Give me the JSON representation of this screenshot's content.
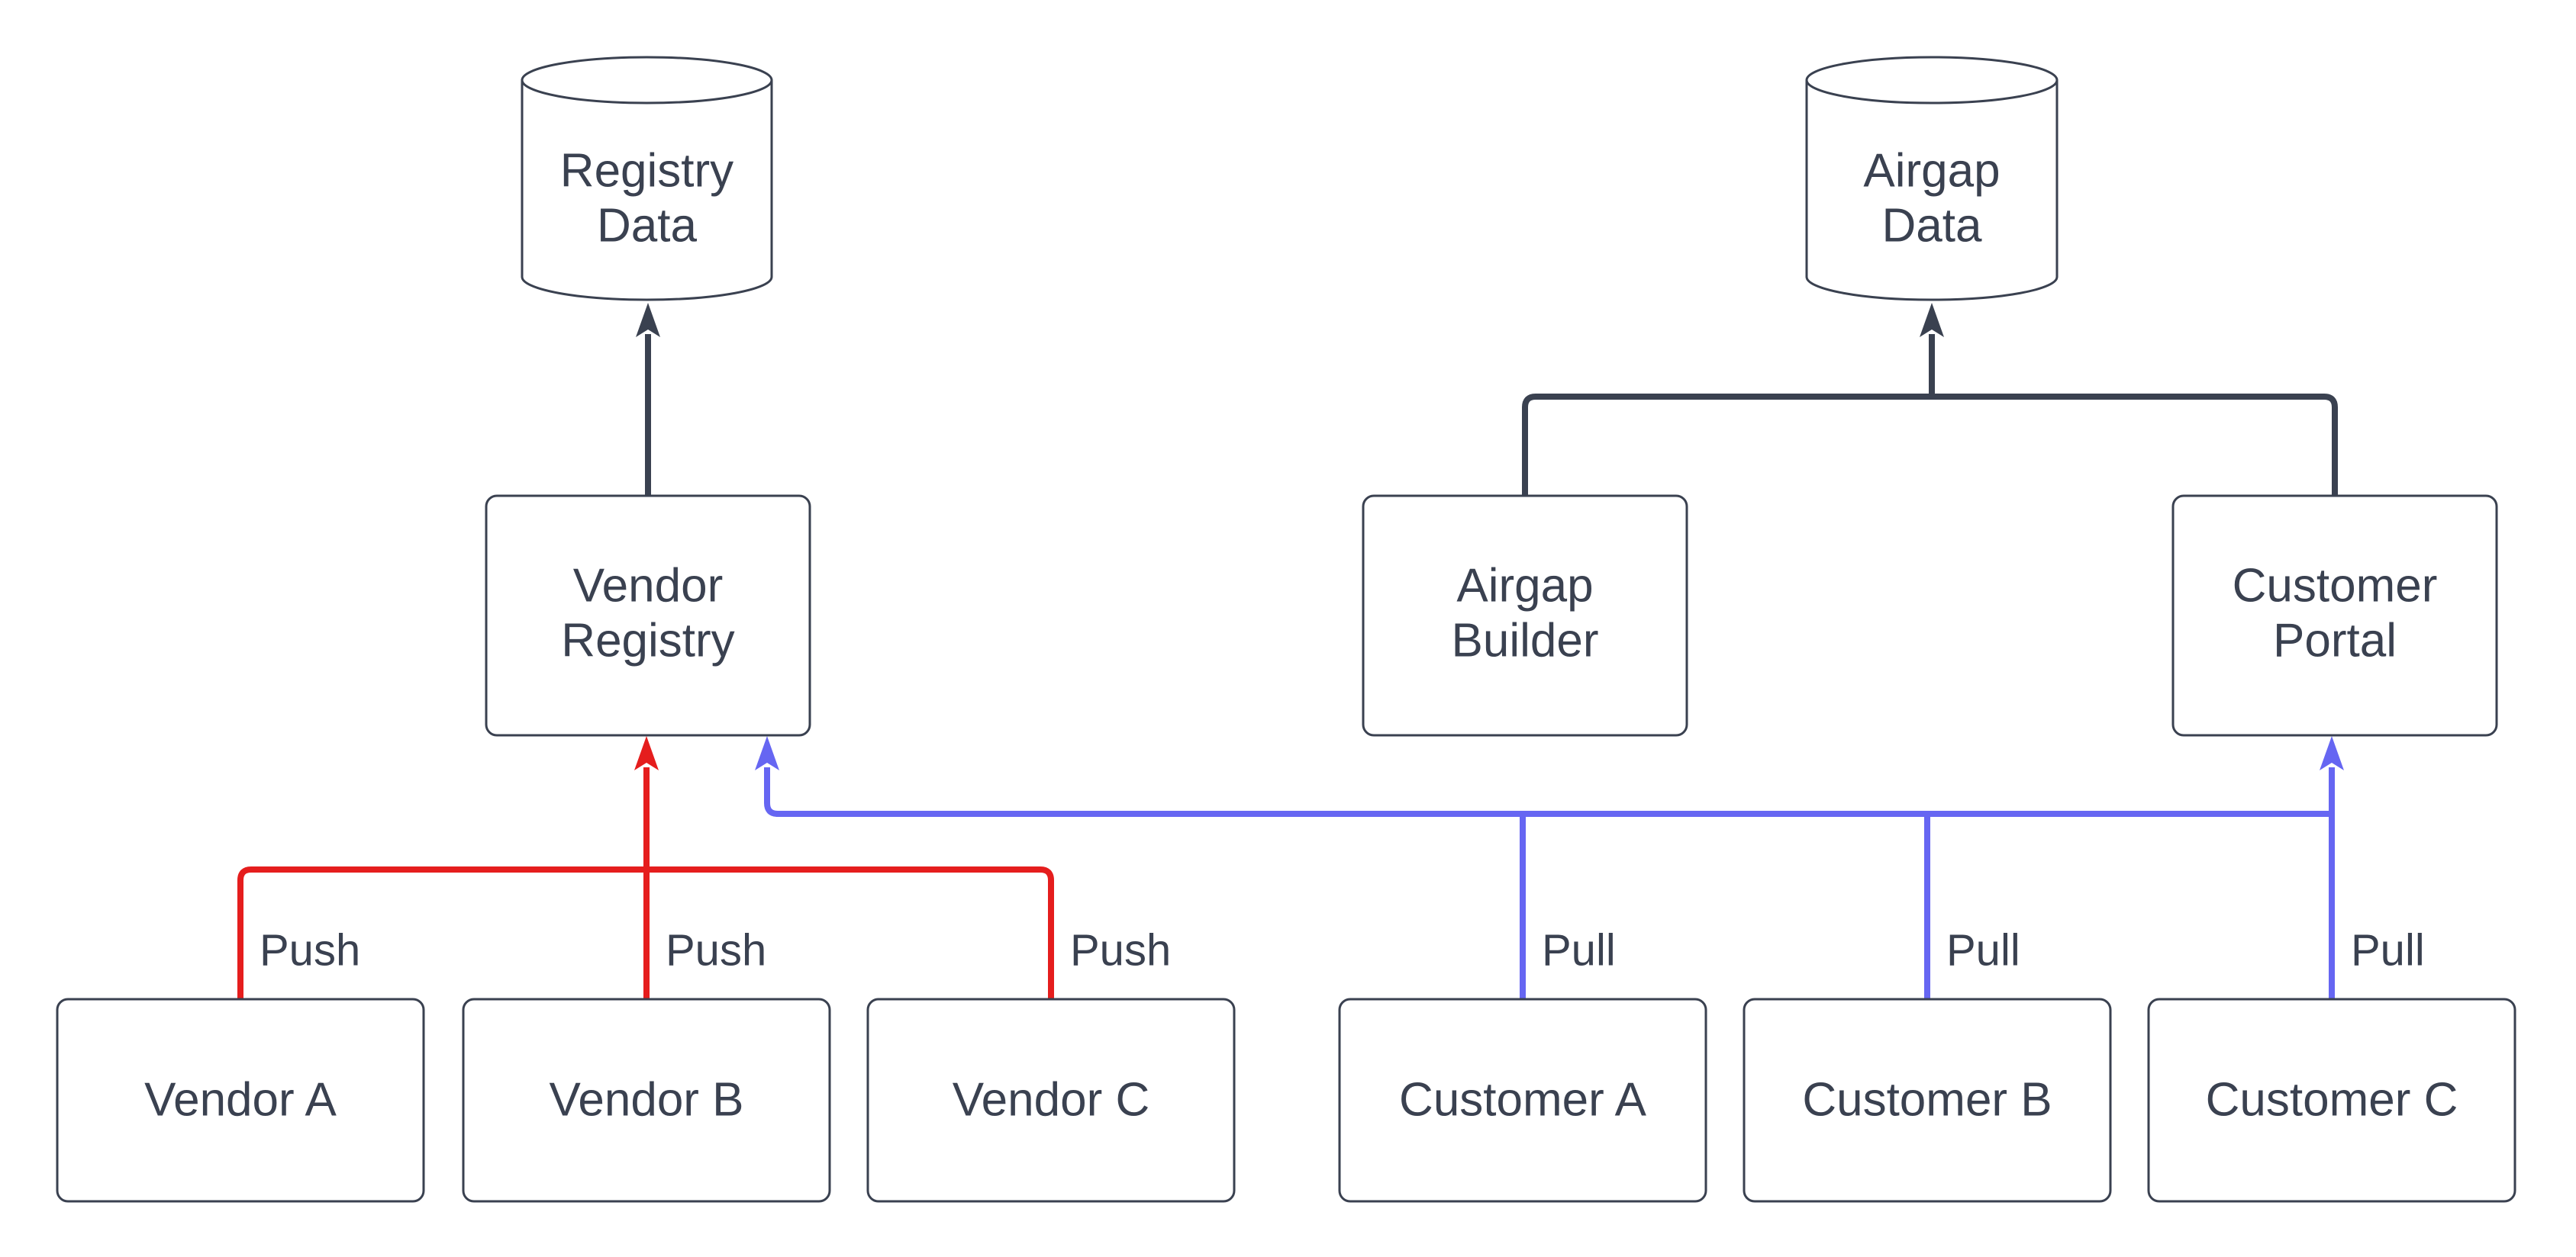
{
  "diagram": {
    "type": "flow-diagram",
    "background": "#FFFFFF",
    "colors": {
      "ink": "#3A4150",
      "node_fill": "#FFFFFF",
      "node_border": "#3A4150",
      "flow_dark": "#3A4150",
      "push_red": "#E51D1D",
      "pull_blue": "#6666F2"
    },
    "nodes": {
      "registry_data": {
        "shape": "database-cylinder",
        "lines": [
          "Registry",
          "Data"
        ]
      },
      "airgap_data": {
        "shape": "database-cylinder",
        "lines": [
          "Airgap",
          "Data"
        ]
      },
      "vendor_registry": {
        "shape": "rounded-box",
        "lines": [
          "Vendor",
          "Registry"
        ]
      },
      "airgap_builder": {
        "shape": "rounded-box",
        "lines": [
          "Airgap",
          "Builder"
        ]
      },
      "customer_portal": {
        "shape": "rounded-box",
        "lines": [
          "Customer",
          "Portal"
        ]
      },
      "vendor_a": {
        "shape": "rounded-box",
        "lines": [
          "Vendor A"
        ]
      },
      "vendor_b": {
        "shape": "rounded-box",
        "lines": [
          "Vendor B"
        ]
      },
      "vendor_c": {
        "shape": "rounded-box",
        "lines": [
          "Vendor C"
        ]
      },
      "customer_a": {
        "shape": "rounded-box",
        "lines": [
          "Customer A"
        ]
      },
      "customer_b": {
        "shape": "rounded-box",
        "lines": [
          "Customer B"
        ]
      },
      "customer_c": {
        "shape": "rounded-box",
        "lines": [
          "Customer C"
        ]
      }
    },
    "edges": [
      {
        "from": "Vendor A",
        "to": "Vendor Registry",
        "label": "Push",
        "color": "#E51D1D"
      },
      {
        "from": "Vendor B",
        "to": "Vendor Registry",
        "label": "Push",
        "color": "#E51D1D"
      },
      {
        "from": "Vendor C",
        "to": "Vendor Registry",
        "label": "Push",
        "color": "#E51D1D"
      },
      {
        "from": "Customer A",
        "to": "Vendor Registry + Customer Portal",
        "label": "Pull",
        "color": "#6666F2"
      },
      {
        "from": "Customer B",
        "to": "Vendor Registry + Customer Portal",
        "label": "Pull",
        "color": "#6666F2"
      },
      {
        "from": "Customer C",
        "to": "Vendor Registry + Customer Portal",
        "label": "Pull",
        "color": "#6666F2"
      },
      {
        "from": "Vendor Registry",
        "to": "Registry Data",
        "label": "",
        "color": "#3A4150"
      },
      {
        "from": "Airgap Builder",
        "to": "Airgap Data",
        "label": "",
        "color": "#3A4150"
      },
      {
        "from": "Customer Portal",
        "to": "Airgap Data",
        "label": "",
        "color": "#3A4150"
      }
    ]
  }
}
